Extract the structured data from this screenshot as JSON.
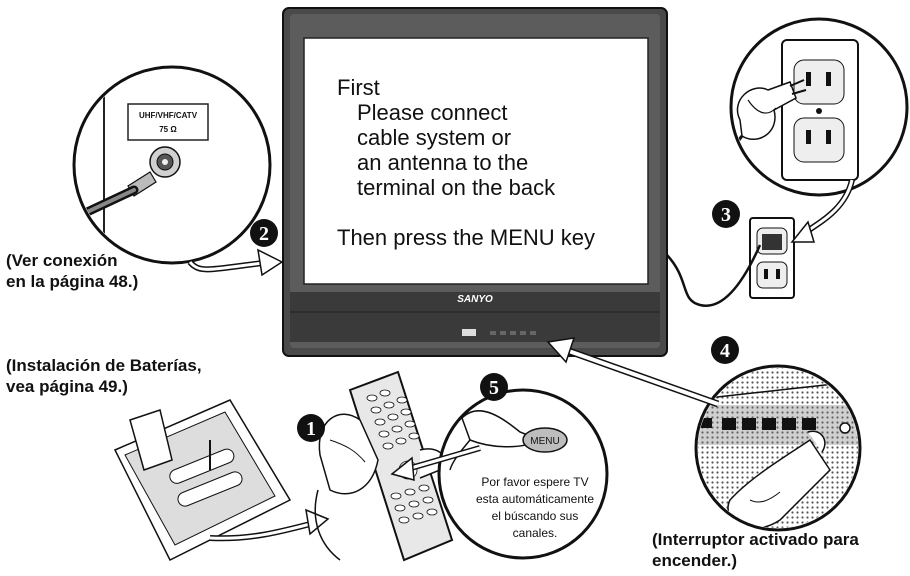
{
  "tv_screen": {
    "line_first": "First",
    "line_1": "Please connect",
    "line_2": "cable system or",
    "line_3": "an antenna to the",
    "line_4": "terminal on the back",
    "line_then": "Then press the MENU key"
  },
  "tv_brand": "SANYO",
  "antenna_label": {
    "line_1": "UHF/VHF/CATV",
    "line_2": "75 Ω"
  },
  "captions": {
    "connection_ref_1": "(Ver conexión",
    "connection_ref_2": "en la página 48.)",
    "battery_ref_1": "(Instalación de Baterías,",
    "battery_ref_2": "vea página 49.)",
    "switch_ref_1": "(Interruptor activado para",
    "switch_ref_2": "encender.)"
  },
  "step_numbers": {
    "step_1": "1",
    "step_2": "2",
    "step_3": "3",
    "step_4": "4",
    "step_5": "5"
  },
  "remote_callout": {
    "menu_button": "MENU",
    "line_1": "Por favor espere TV",
    "line_2": "esta automáticamente",
    "line_3": "el búscando sus",
    "line_4": "canales."
  }
}
